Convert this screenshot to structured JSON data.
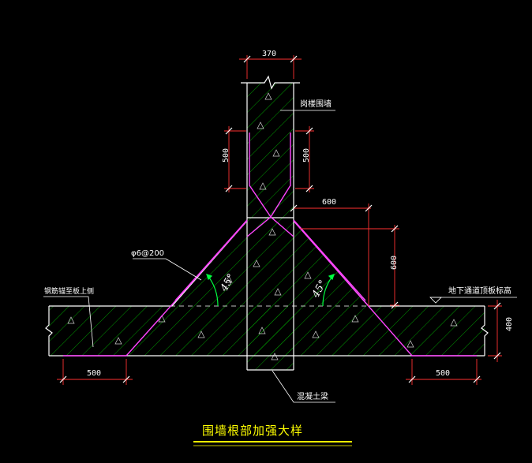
{
  "dims": {
    "wall_width": "370",
    "left_height": "500",
    "right_height": "500",
    "horizontal_600": "600",
    "vertical_600": "600",
    "bottom_left": "500",
    "bottom_right": "500",
    "slab_thickness": "400"
  },
  "labels": {
    "wall": "岗楼围墙",
    "rebar": "φ6@200",
    "floor_level": "地下通道顶板标高",
    "slab_top": "钢筋锚至板上侧",
    "beam": "混凝土梁",
    "angle_left": "45°",
    "angle_right": "45°"
  },
  "title": "围墙根部加强大样",
  "colors": {
    "background": "#000000",
    "outline": "#ffffff",
    "hatch": "#00c000",
    "rebar": "#ff44ff",
    "dimension": "#ff3030",
    "angle_arc": "#00ff40",
    "title": "#ffff00"
  }
}
